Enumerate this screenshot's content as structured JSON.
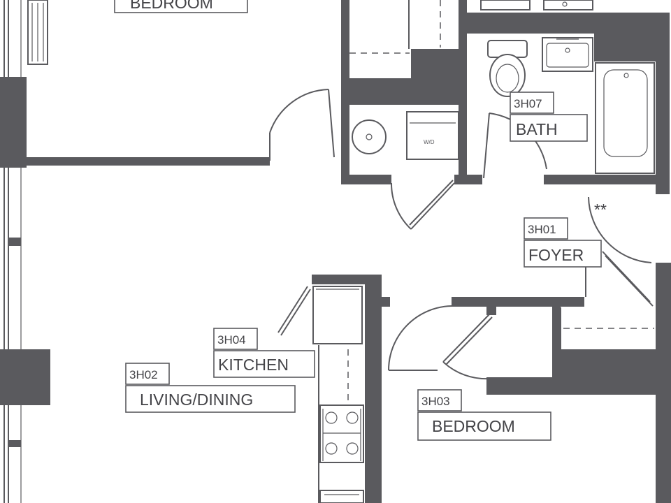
{
  "rooms": {
    "bedroom_top": {
      "name": "BEDROOM"
    },
    "bath": {
      "code": "3H07",
      "name": "BATH"
    },
    "foyer": {
      "code": "3H01",
      "name": "FOYER"
    },
    "kitchen": {
      "code": "3H04",
      "name": "KITCHEN"
    },
    "living": {
      "code": "3H02",
      "name": "LIVING/DINING"
    },
    "bedroom": {
      "code": "3H03",
      "name": "BEDROOM"
    }
  },
  "fixtures": {
    "washer_dryer": "W/D",
    "closet_mark": "**"
  },
  "colors": {
    "wall": "#5a5a5e",
    "background": "#ffffff",
    "text": "#444448"
  }
}
